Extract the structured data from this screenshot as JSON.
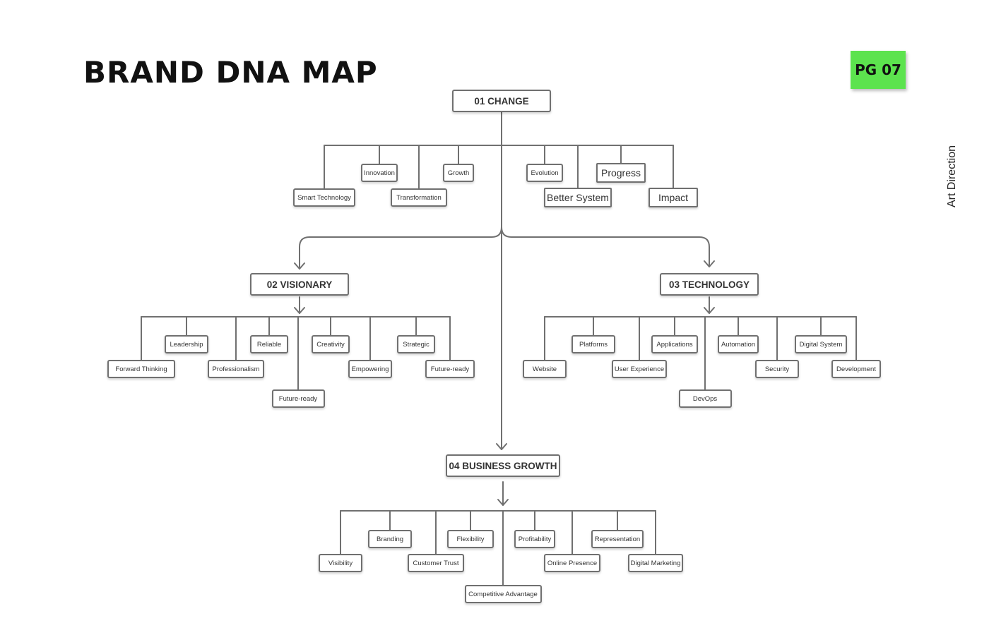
{
  "header": {
    "title": "BRAND DNA MAP",
    "page_badge": "PG 07",
    "side_label": "Art Direction"
  },
  "colors": {
    "badge_bg": "#5ce34e",
    "line": "#707070",
    "text": "#333333"
  },
  "diagram": {
    "change": {
      "label": "01 CHANGE",
      "children": [
        "Smart Technology",
        "Innovation",
        "Transformation",
        "Growth",
        "Evolution",
        "Better System",
        "Progress",
        "Impact"
      ]
    },
    "visionary": {
      "label": "02 VISIONARY",
      "children": [
        "Forward Thinking",
        "Leadership",
        "Professionalism",
        "Reliable",
        "Future-ready",
        "Creativity",
        "Empowering",
        "Strategic",
        "Future-ready"
      ]
    },
    "technology": {
      "label": "03 TECHNOLOGY",
      "children": [
        "Website",
        "Platforms",
        "User Experience",
        "Applications",
        "DevOps",
        "Automation",
        "Security",
        "Digital System",
        "Development"
      ]
    },
    "business": {
      "label": "04 BUSINESS GROWTH",
      "children": [
        "Visibility",
        "Branding",
        "Customer Trust",
        "Flexibility",
        "Competitive Advantage",
        "Profitability",
        "Online Presence",
        "Representation",
        "Digital Marketing"
      ]
    }
  }
}
